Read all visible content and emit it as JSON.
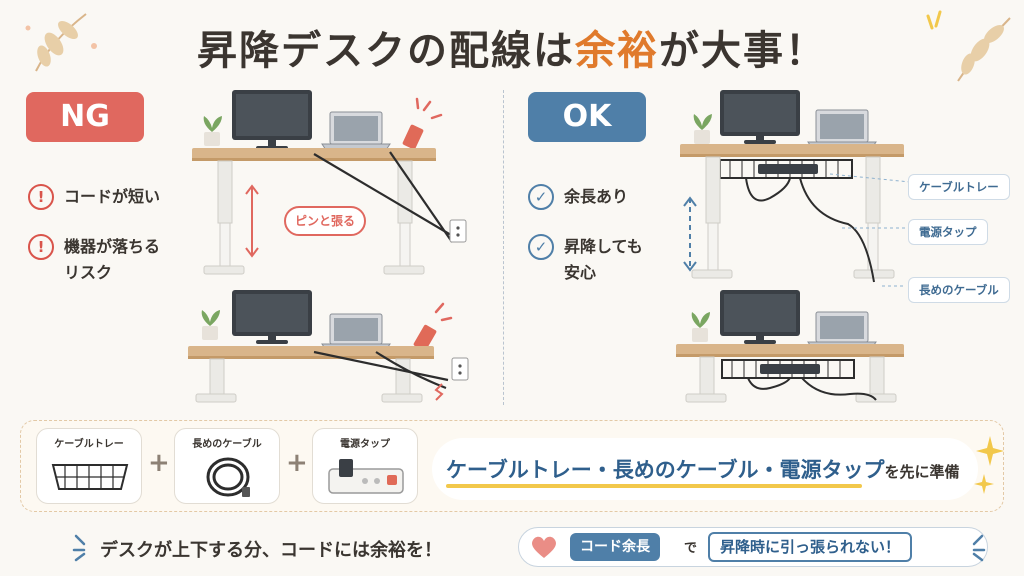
{
  "title": {
    "before": "昇降デスクの配線は",
    "accent": "余裕",
    "after": "が大事！"
  },
  "ng": {
    "badge": "NG",
    "points": [
      "コードが短い",
      "機器が落ちる\nリスク"
    ],
    "bubble": "ピンと張る"
  },
  "ok": {
    "badge": "OK",
    "points": [
      "余長あり",
      "昇降しても\n安心"
    ],
    "callouts": [
      "ケーブルトレー",
      "電源タップ",
      "長めのケーブル"
    ]
  },
  "items": [
    "ケーブルトレー",
    "長めのケーブル",
    "電源タップ"
  ],
  "plus": "+",
  "summary": {
    "main": "ケーブルトレー・長めのケーブル・電源タップ",
    "suffix": "を先に準備"
  },
  "footer": {
    "left": "デスクが上下する分、コードには余裕を！",
    "tag": "コード余長",
    "de": "で",
    "outcome": "昇降時に引っ張られない！"
  },
  "colors": {
    "ng": "#e0685f",
    "ok": "#4f7fa8",
    "accent": "#e07a2c",
    "wood": "#d9b58a"
  }
}
